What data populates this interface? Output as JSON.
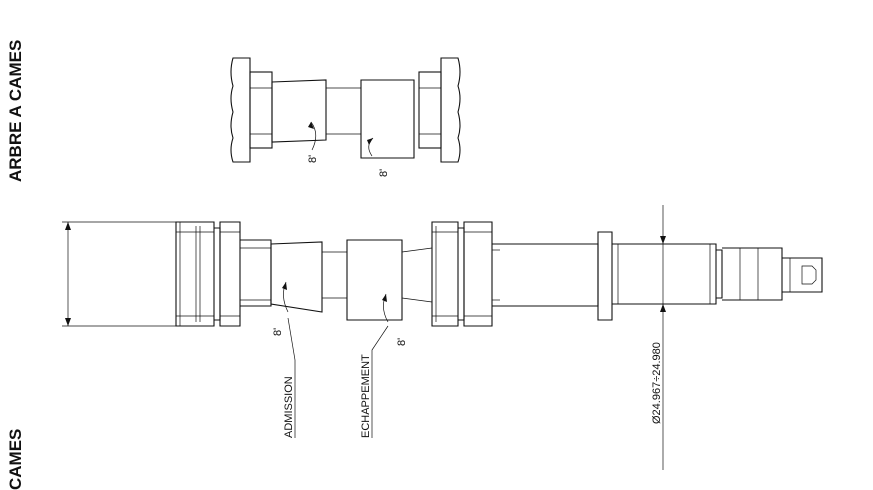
{
  "titles": {
    "main": "ARBRE A CAMES",
    "cut": "CAMES"
  },
  "labels": {
    "admission": "ADMISSION",
    "echappement": "ECHAPPEMENT",
    "diameter": "Ø24.967÷24.980",
    "angle": "8'"
  },
  "colors": {
    "line": "#111111",
    "background": "#ffffff"
  }
}
